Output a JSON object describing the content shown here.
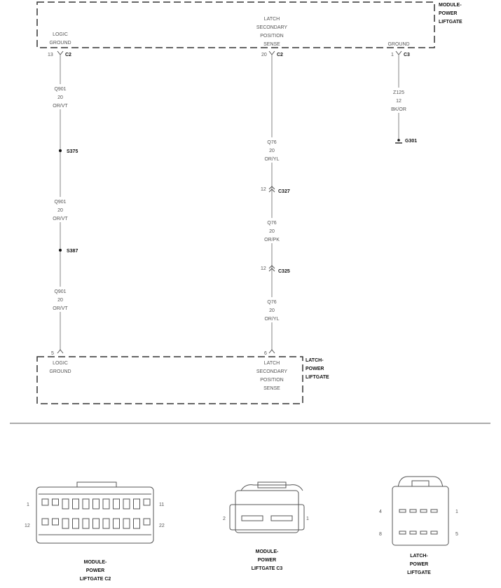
{
  "module": {
    "name": [
      "MODULE-",
      "POWER",
      "LIFTGATE"
    ]
  },
  "latch": {
    "name": [
      "LATCH-",
      "POWER",
      "LIFTGATE"
    ]
  },
  "circuits": {
    "logic_ground": {
      "top_label": [
        "LOGIC",
        "GROUND"
      ],
      "top_pin": "13",
      "top_connector": "C2",
      "segments": [
        [
          "Q901",
          "20",
          "OR/VT"
        ],
        [
          "Q901",
          "20",
          "OR/VT"
        ],
        [
          "Q901",
          "20",
          "OR/VT"
        ]
      ],
      "splices": [
        "S375",
        "S387"
      ],
      "bottom_pin": "5",
      "bottom_label": [
        "LOGIC",
        "GROUND"
      ]
    },
    "sense": {
      "top_label": [
        "LATCH",
        "SECONDARY",
        "POSITION",
        "SENSE"
      ],
      "top_pin": "20",
      "top_connector": "C2",
      "segments": [
        [
          "Q76",
          "20",
          "OR/YL"
        ],
        [
          "Q76",
          "20",
          "OR/PK"
        ],
        [
          "Q76",
          "20",
          "OR/YL"
        ]
      ],
      "inline": [
        {
          "pin": "12",
          "name": "C327"
        },
        {
          "pin": "12",
          "name": "C325"
        }
      ],
      "bottom_pin": "6",
      "bottom_label": [
        "LATCH",
        "SECONDARY",
        "POSITION",
        "SENSE"
      ]
    },
    "ground": {
      "top_label": "GROUND",
      "top_pin": "1",
      "top_connector": "C3",
      "segment": [
        "Z125",
        "12",
        "BK/OR"
      ],
      "ground_point": "G301"
    }
  },
  "connectors": [
    {
      "name": [
        "MODULE-",
        "POWER",
        "LIFTGATE C2"
      ],
      "pins": [
        "1",
        "11",
        "12",
        "22"
      ]
    },
    {
      "name": [
        "MODULE-",
        "POWER",
        "LIFTGATE C3"
      ],
      "pins": [
        "2",
        "1"
      ]
    },
    {
      "name": [
        "LATCH-",
        "POWER",
        "LIFTGATE"
      ],
      "pins": [
        "4",
        "1",
        "8",
        "5"
      ]
    }
  ]
}
